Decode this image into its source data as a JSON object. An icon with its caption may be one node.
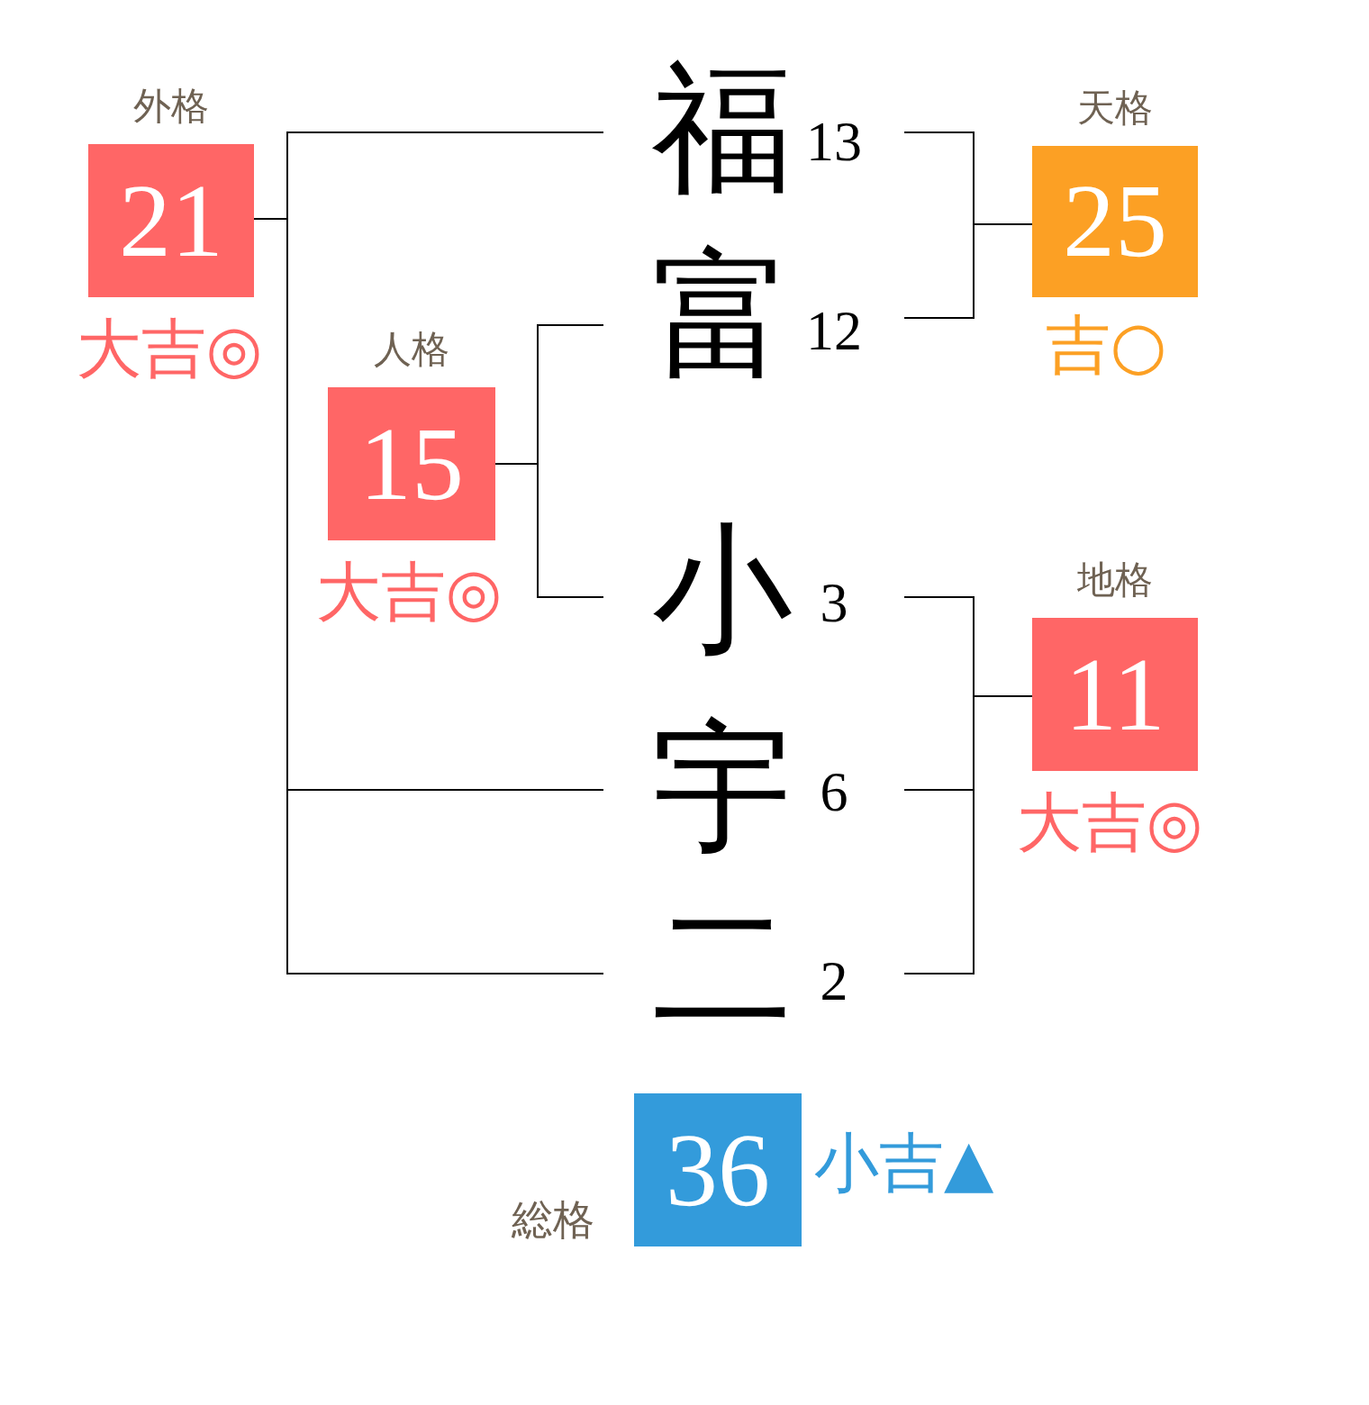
{
  "diagram": {
    "nodes": [
      {
        "text": [
          "外格",
          "21"
        ],
        "beside": [
          "大吉◎"
        ]
      },
      {
        "text": [
          "福"
        ],
        "beside": [
          "13"
        ]
      },
      {
        "text": [
          "天格",
          "25"
        ],
        "beside": [
          "吉○"
        ]
      },
      {
        "text": [
          "富"
        ],
        "beside": [
          "12"
        ]
      },
      {
        "text": [
          "人格",
          "15"
        ],
        "beside": [
          "大吉◎"
        ]
      },
      {
        "text": [
          "小"
        ],
        "beside": [
          "3"
        ]
      },
      {
        "text": [
          "地格",
          "11"
        ],
        "beside": [
          "大吉◎"
        ]
      },
      {
        "text": [
          "宇"
        ],
        "beside": [
          "6"
        ]
      },
      {
        "text": [
          "二"
        ],
        "beside": [
          "2"
        ]
      },
      {
        "text": [
          "総格",
          "36"
        ],
        "beside": [
          "小吉▲"
        ]
      }
    ],
    "edges": [
      {
        "from": 1,
        "to": 0,
        "arrow": "none"
      },
      {
        "from": 7,
        "to": 0,
        "arrow": "none"
      },
      {
        "from": 8,
        "to": 0,
        "arrow": "none"
      },
      {
        "from": 1,
        "to": 2,
        "arrow": "none"
      },
      {
        "from": 3,
        "to": 2,
        "arrow": "none"
      },
      {
        "from": 3,
        "to": 4,
        "arrow": "none"
      },
      {
        "from": 5,
        "to": 4,
        "arrow": "none"
      },
      {
        "from": 5,
        "to": 6,
        "arrow": "none"
      },
      {
        "from": 7,
        "to": 6,
        "arrow": "none"
      },
      {
        "from": 8,
        "to": 6,
        "arrow": "none"
      }
    ]
  }
}
